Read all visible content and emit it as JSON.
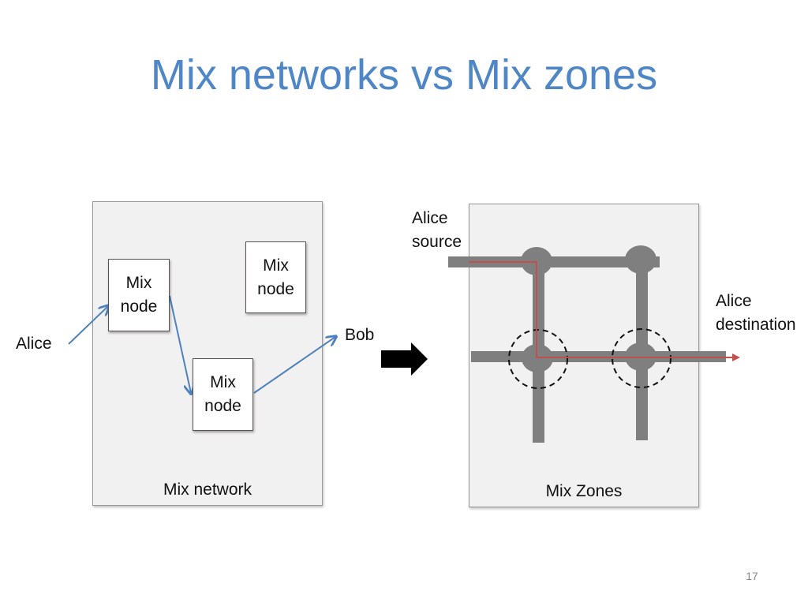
{
  "slide": {
    "title": "Mix networks vs Mix zones",
    "page_number": "17"
  },
  "mix_network": {
    "panel_label": "Mix network",
    "nodes": [
      {
        "line1": "Mix",
        "line2": "node"
      },
      {
        "line1": "Mix",
        "line2": "node"
      },
      {
        "line1": "Mix",
        "line2": "node"
      }
    ],
    "sender": "Alice",
    "receiver": "Bob"
  },
  "mix_zones": {
    "panel_label": "Mix Zones",
    "source_line1": "Alice",
    "source_line2": "source",
    "destination_line1": "Alice",
    "destination_line2": "destination"
  },
  "colors": {
    "title": "#4f86c6",
    "path_arrow": "#4f81bd",
    "road": "#7f7f7f",
    "alice_route": "#c0504d",
    "transition_arrow": "#000000"
  }
}
